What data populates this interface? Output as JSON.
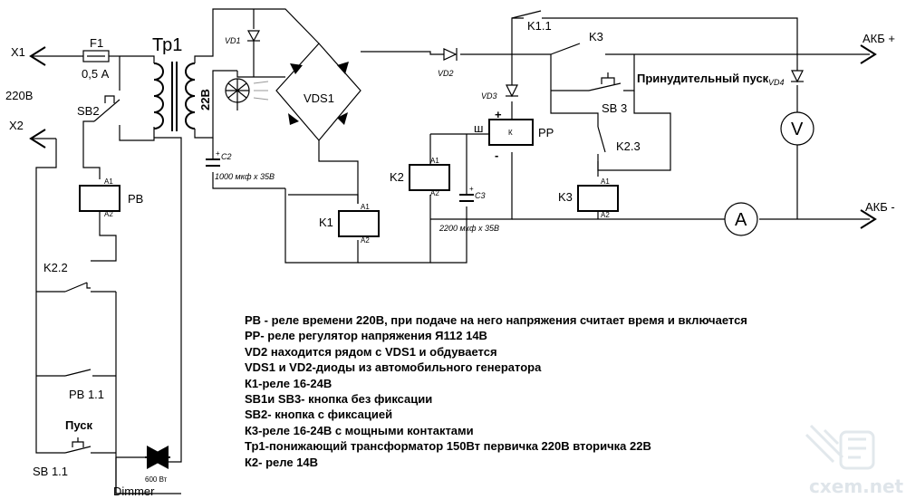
{
  "labels": {
    "x1": "X1",
    "x2": "X2",
    "mains": "220В",
    "f1": "F1",
    "f1_rating": "0,5 А",
    "tr1": "Тр1",
    "secondary": "22В",
    "sb2": "SB2",
    "rv": "РВ",
    "k22": "K2.2",
    "rv11": "РВ 1.1",
    "start": "Пуск",
    "sb11": "SB 1.1",
    "dimmer": "Dimmer",
    "dimmer_power": "600 Вт",
    "vd1": "VD1",
    "vds1": "VDS1",
    "c2": "C2",
    "c2_rating": "1000 мкф х 35В",
    "k1": "K1",
    "vd2": "VD2",
    "vd3": "VD3",
    "k2": "K2",
    "c3": "C3",
    "c3_rating": "2200 мкф х 35В",
    "pp": "РР",
    "pp_k": "К",
    "pp_sh": "ш",
    "plus": "+",
    "minus": "-",
    "k11": "K1.1",
    "k3": "K3",
    "k3_switch": "K3",
    "forced_start": "Принудительный пуск",
    "sb3": "SB 3",
    "k23": "K2.3",
    "vd4": "VD4",
    "voltmeter": "V",
    "ammeter": "A",
    "akb_plus": "АКБ +",
    "akb_minus": "АКБ -",
    "a1": "A1",
    "a2": "A2",
    "c_plus": "+"
  },
  "notes": [
    "РВ - реле времени 220В, при подаче на него напряжения считает время и включается",
    "РР- реле регулятор напряжения Я112 14В",
    "VD2 находится рядом с VDS1 и обдувается",
    "VDS1 и VD2-диоды из автомобильного генератора",
    "К1-реле 16-24В",
    "SB1и SB3- кнопка без фиксации",
    "SB2- кнопка с фиксацией",
    "К3-реле 16-24В  с мощными контактами",
    "Тр1-понижающий трансформатор 150Вт первичка 220В вторичка 22В",
    "К2- реле 14В"
  ],
  "watermark": "cxem.net"
}
